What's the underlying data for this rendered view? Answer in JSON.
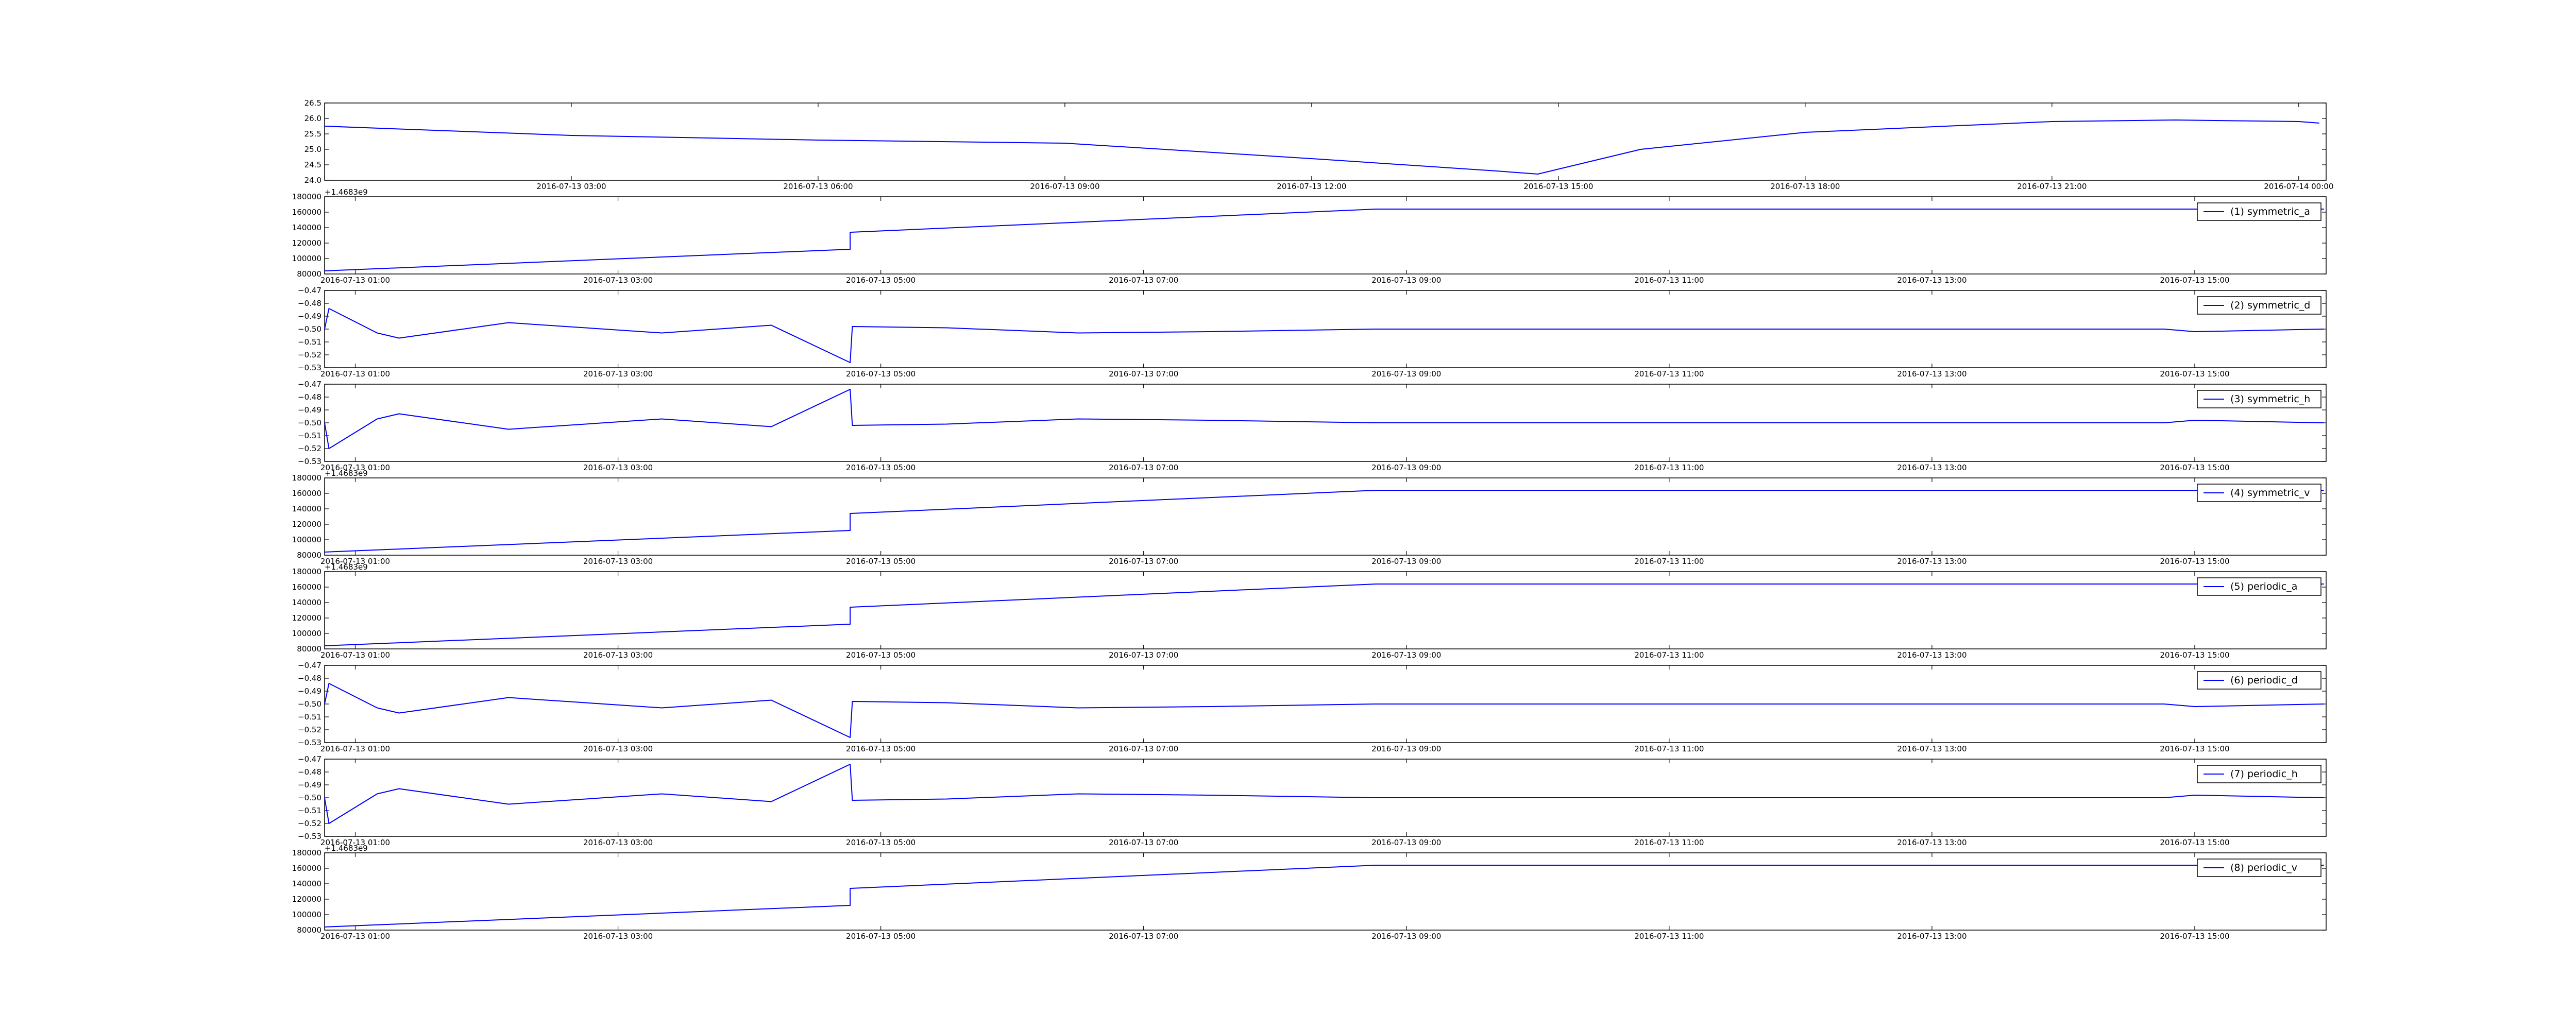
{
  "chart_data": [
    {
      "type": "line",
      "title": "",
      "xlabel": "",
      "ylabel": "",
      "grid": false,
      "legend": null,
      "x_ticks": [
        "2016-07-13 03:00",
        "2016-07-13 06:00",
        "2016-07-13 09:00",
        "2016-07-13 12:00",
        "2016-07-13 15:00",
        "2016-07-13 18:00",
        "2016-07-13 21:00",
        "2016-07-14 00:00"
      ],
      "y_ticks": [
        "24.0",
        "24.5",
        "25.0",
        "25.5",
        "26.0",
        "26.5"
      ],
      "ylim": [
        24.0,
        26.5
      ],
      "offset_label": "",
      "series": [
        {
          "name": "",
          "color": "#0000ff",
          "x": [
            "2016-07-13 00:00",
            "2016-07-13 03:00",
            "2016-07-13 06:00",
            "2016-07-13 09:00",
            "2016-07-13 12:00",
            "2016-07-13 14:15",
            "2016-07-13 14:45",
            "2016-07-13 16:00",
            "2016-07-13 18:00",
            "2016-07-13 21:00",
            "2016-07-13 22:30",
            "2016-07-14 00:00",
            "2016-07-14 00:15"
          ],
          "y": [
            25.75,
            25.45,
            25.3,
            25.2,
            24.7,
            24.3,
            24.2,
            25.0,
            25.55,
            25.9,
            25.95,
            25.9,
            25.85
          ]
        }
      ]
    },
    {
      "type": "line",
      "title": "",
      "xlabel": "",
      "ylabel": "",
      "grid": false,
      "legend": "top-right",
      "offset_label": "+1.4683e9",
      "x_ticks": [
        "2016-07-13 01:00",
        "2016-07-13 03:00",
        "2016-07-13 05:00",
        "2016-07-13 07:00",
        "2016-07-13 09:00",
        "2016-07-13 11:00",
        "2016-07-13 13:00",
        "2016-07-13 15:00"
      ],
      "y_ticks": [
        "80000",
        "100000",
        "120000",
        "140000",
        "160000",
        "180000"
      ],
      "ylim": [
        80000,
        180000
      ],
      "series": [
        {
          "name": "(1) symmetric_a",
          "color": "#0000ff",
          "x": [
            "2016-07-13 00:46",
            "2016-07-13 04:46",
            "2016-07-13 04:46",
            "2016-07-13 08:46",
            "2016-07-13 15:59"
          ],
          "y": [
            84000,
            112000,
            134000,
            164000,
            164000
          ]
        }
      ]
    },
    {
      "type": "line",
      "title": "",
      "xlabel": "",
      "ylabel": "",
      "grid": false,
      "legend": "top-right",
      "offset_label": "",
      "x_ticks": [
        "2016-07-13 01:00",
        "2016-07-13 03:00",
        "2016-07-13 05:00",
        "2016-07-13 07:00",
        "2016-07-13 09:00",
        "2016-07-13 11:00",
        "2016-07-13 13:00",
        "2016-07-13 15:00"
      ],
      "y_ticks": [
        "−0.53",
        "−0.52",
        "−0.51",
        "−0.50",
        "−0.49",
        "−0.48",
        "−0.47"
      ],
      "ylim": [
        -0.53,
        -0.47
      ],
      "series": [
        {
          "name": "(2) symmetric_d",
          "color": "#0000ff",
          "x": [
            "2016-07-13 00:46",
            "2016-07-13 00:48",
            "2016-07-13 01:10",
            "2016-07-13 01:20",
            "2016-07-13 02:10",
            "2016-07-13 03:20",
            "2016-07-13 04:10",
            "2016-07-13 04:46",
            "2016-07-13 04:47",
            "2016-07-13 05:30",
            "2016-07-13 06:30",
            "2016-07-13 07:30",
            "2016-07-13 08:46",
            "2016-07-13 09:30",
            "2016-07-13 11:00",
            "2016-07-13 12:30",
            "2016-07-13 14:00",
            "2016-07-13 14:46",
            "2016-07-13 15:00",
            "2016-07-13 15:59"
          ],
          "y": [
            -0.5,
            -0.484,
            -0.503,
            -0.507,
            -0.495,
            -0.503,
            -0.497,
            -0.526,
            -0.498,
            -0.499,
            -0.503,
            -0.502,
            -0.5,
            -0.5,
            -0.5,
            -0.5,
            -0.5,
            -0.5,
            -0.502,
            -0.5
          ]
        }
      ]
    },
    {
      "type": "line",
      "title": "",
      "xlabel": "",
      "ylabel": "",
      "grid": false,
      "legend": "top-right",
      "offset_label": "",
      "x_ticks": [
        "2016-07-13 01:00",
        "2016-07-13 03:00",
        "2016-07-13 05:00",
        "2016-07-13 07:00",
        "2016-07-13 09:00",
        "2016-07-13 11:00",
        "2016-07-13 13:00",
        "2016-07-13 15:00"
      ],
      "y_ticks": [
        "−0.53",
        "−0.52",
        "−0.51",
        "−0.50",
        "−0.49",
        "−0.48",
        "−0.47"
      ],
      "ylim": [
        -0.53,
        -0.47
      ],
      "series": [
        {
          "name": "(3) symmetric_h",
          "color": "#0000ff",
          "x": [
            "2016-07-13 00:46",
            "2016-07-13 00:48",
            "2016-07-13 01:10",
            "2016-07-13 01:20",
            "2016-07-13 02:10",
            "2016-07-13 03:20",
            "2016-07-13 04:10",
            "2016-07-13 04:46",
            "2016-07-13 04:47",
            "2016-07-13 05:30",
            "2016-07-13 06:30",
            "2016-07-13 07:30",
            "2016-07-13 08:46",
            "2016-07-13 09:30",
            "2016-07-13 11:00",
            "2016-07-13 12:30",
            "2016-07-13 14:00",
            "2016-07-13 14:46",
            "2016-07-13 15:00",
            "2016-07-13 15:59"
          ],
          "y": [
            -0.5,
            -0.52,
            -0.497,
            -0.493,
            -0.505,
            -0.497,
            -0.503,
            -0.474,
            -0.502,
            -0.501,
            -0.497,
            -0.498,
            -0.5,
            -0.5,
            -0.5,
            -0.5,
            -0.5,
            -0.5,
            -0.498,
            -0.5
          ]
        }
      ]
    },
    {
      "type": "line",
      "title": "",
      "xlabel": "",
      "ylabel": "",
      "grid": false,
      "legend": "top-right",
      "offset_label": "+1.4683e9",
      "x_ticks": [
        "2016-07-13 01:00",
        "2016-07-13 03:00",
        "2016-07-13 05:00",
        "2016-07-13 07:00",
        "2016-07-13 09:00",
        "2016-07-13 11:00",
        "2016-07-13 13:00",
        "2016-07-13 15:00"
      ],
      "y_ticks": [
        "80000",
        "100000",
        "120000",
        "140000",
        "160000",
        "180000"
      ],
      "ylim": [
        80000,
        180000
      ],
      "series": [
        {
          "name": "(4) symmetric_v",
          "color": "#0000ff",
          "x": [
            "2016-07-13 00:46",
            "2016-07-13 04:46",
            "2016-07-13 04:46",
            "2016-07-13 08:46",
            "2016-07-13 15:59"
          ],
          "y": [
            84000,
            112000,
            134000,
            164000,
            164000
          ]
        }
      ]
    },
    {
      "type": "line",
      "title": "",
      "xlabel": "",
      "ylabel": "",
      "grid": false,
      "legend": "top-right",
      "offset_label": "+1.4683e9",
      "x_ticks": [
        "2016-07-13 01:00",
        "2016-07-13 03:00",
        "2016-07-13 05:00",
        "2016-07-13 07:00",
        "2016-07-13 09:00",
        "2016-07-13 11:00",
        "2016-07-13 13:00",
        "2016-07-13 15:00"
      ],
      "y_ticks": [
        "80000",
        "100000",
        "120000",
        "140000",
        "160000",
        "180000"
      ],
      "ylim": [
        80000,
        180000
      ],
      "series": [
        {
          "name": "(5) periodic_a",
          "color": "#0000ff",
          "x": [
            "2016-07-13 00:46",
            "2016-07-13 04:46",
            "2016-07-13 04:46",
            "2016-07-13 08:46",
            "2016-07-13 15:59"
          ],
          "y": [
            84000,
            112000,
            134000,
            164000,
            164000
          ]
        }
      ]
    },
    {
      "type": "line",
      "title": "",
      "xlabel": "",
      "ylabel": "",
      "grid": false,
      "legend": "top-right",
      "offset_label": "",
      "x_ticks": [
        "2016-07-13 01:00",
        "2016-07-13 03:00",
        "2016-07-13 05:00",
        "2016-07-13 07:00",
        "2016-07-13 09:00",
        "2016-07-13 11:00",
        "2016-07-13 13:00",
        "2016-07-13 15:00"
      ],
      "y_ticks": [
        "−0.53",
        "−0.52",
        "−0.51",
        "−0.50",
        "−0.49",
        "−0.48",
        "−0.47"
      ],
      "ylim": [
        -0.53,
        -0.47
      ],
      "series": [
        {
          "name": "(6) periodic_d",
          "color": "#0000ff",
          "x": [
            "2016-07-13 00:46",
            "2016-07-13 00:48",
            "2016-07-13 01:10",
            "2016-07-13 01:20",
            "2016-07-13 02:10",
            "2016-07-13 03:20",
            "2016-07-13 04:10",
            "2016-07-13 04:46",
            "2016-07-13 04:47",
            "2016-07-13 05:30",
            "2016-07-13 06:30",
            "2016-07-13 07:30",
            "2016-07-13 08:46",
            "2016-07-13 09:30",
            "2016-07-13 11:00",
            "2016-07-13 12:30",
            "2016-07-13 14:00",
            "2016-07-13 14:46",
            "2016-07-13 15:00",
            "2016-07-13 15:59"
          ],
          "y": [
            -0.5,
            -0.484,
            -0.503,
            -0.507,
            -0.495,
            -0.503,
            -0.497,
            -0.526,
            -0.498,
            -0.499,
            -0.503,
            -0.502,
            -0.5,
            -0.5,
            -0.5,
            -0.5,
            -0.5,
            -0.5,
            -0.502,
            -0.5
          ]
        }
      ]
    },
    {
      "type": "line",
      "title": "",
      "xlabel": "",
      "ylabel": "",
      "grid": false,
      "legend": "top-right",
      "offset_label": "",
      "x_ticks": [
        "2016-07-13 01:00",
        "2016-07-13 03:00",
        "2016-07-13 05:00",
        "2016-07-13 07:00",
        "2016-07-13 09:00",
        "2016-07-13 11:00",
        "2016-07-13 13:00",
        "2016-07-13 15:00"
      ],
      "y_ticks": [
        "−0.53",
        "−0.52",
        "−0.51",
        "−0.50",
        "−0.49",
        "−0.48",
        "−0.47"
      ],
      "ylim": [
        -0.53,
        -0.47
      ],
      "series": [
        {
          "name": "(7) periodic_h",
          "color": "#0000ff",
          "x": [
            "2016-07-13 00:46",
            "2016-07-13 00:48",
            "2016-07-13 01:10",
            "2016-07-13 01:20",
            "2016-07-13 02:10",
            "2016-07-13 03:20",
            "2016-07-13 04:10",
            "2016-07-13 04:46",
            "2016-07-13 04:47",
            "2016-07-13 05:30",
            "2016-07-13 06:30",
            "2016-07-13 07:30",
            "2016-07-13 08:46",
            "2016-07-13 09:30",
            "2016-07-13 11:00",
            "2016-07-13 12:30",
            "2016-07-13 14:00",
            "2016-07-13 14:46",
            "2016-07-13 15:00",
            "2016-07-13 15:59"
          ],
          "y": [
            -0.5,
            -0.52,
            -0.497,
            -0.493,
            -0.505,
            -0.497,
            -0.503,
            -0.474,
            -0.502,
            -0.501,
            -0.497,
            -0.498,
            -0.5,
            -0.5,
            -0.5,
            -0.5,
            -0.5,
            -0.5,
            -0.498,
            -0.5
          ]
        }
      ]
    },
    {
      "type": "line",
      "title": "",
      "xlabel": "",
      "ylabel": "",
      "grid": false,
      "legend": "top-right",
      "offset_label": "+1.4683e9",
      "x_ticks": [
        "2016-07-13 01:00",
        "2016-07-13 03:00",
        "2016-07-13 05:00",
        "2016-07-13 07:00",
        "2016-07-13 09:00",
        "2016-07-13 11:00",
        "2016-07-13 13:00",
        "2016-07-13 15:00"
      ],
      "y_ticks": [
        "80000",
        "100000",
        "120000",
        "140000",
        "160000",
        "180000"
      ],
      "ylim": [
        80000,
        180000
      ],
      "series": [
        {
          "name": "(8) periodic_v",
          "color": "#0000ff",
          "x": [
            "2016-07-13 00:46",
            "2016-07-13 04:46",
            "2016-07-13 04:46",
            "2016-07-13 08:46",
            "2016-07-13 15:59"
          ],
          "y": [
            84000,
            112000,
            134000,
            164000,
            164000
          ]
        }
      ]
    }
  ]
}
